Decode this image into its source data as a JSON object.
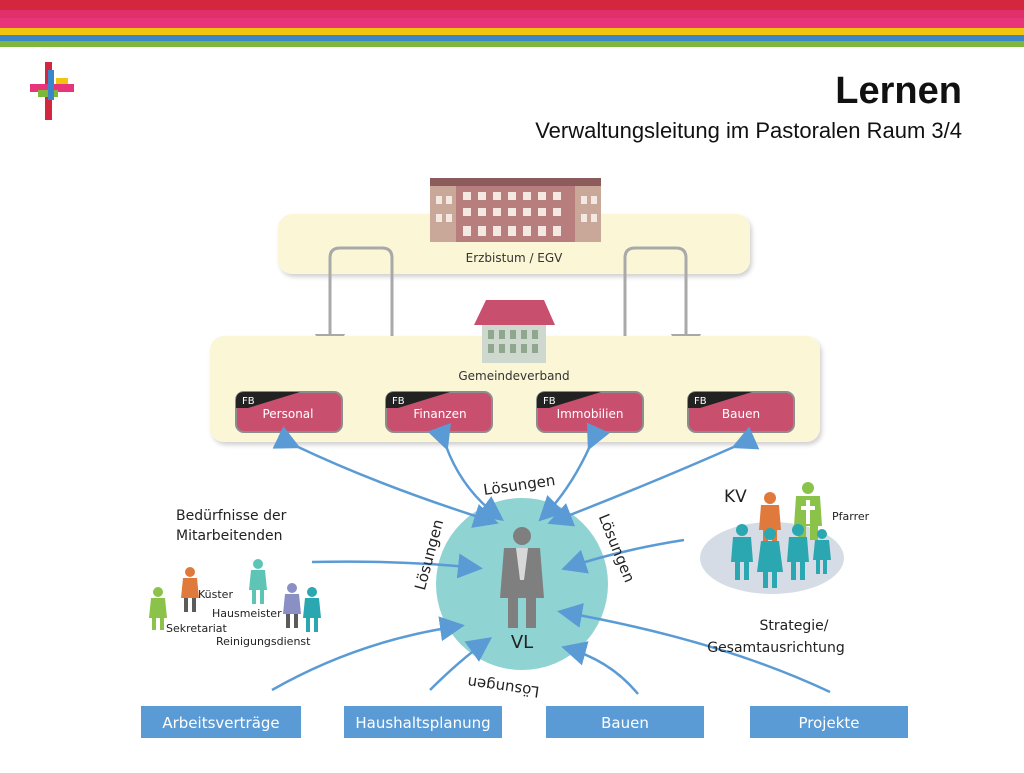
{
  "header": {
    "title": "Lernen",
    "subtitle": "Verwaltungsleitung im Pastoralen Raum 3/4",
    "stripe_colors": [
      "#d4263f",
      "#e8357a",
      "#f1c40f",
      "#3a86c8",
      "#7db83a"
    ]
  },
  "logo": {
    "icon": "cross-logo-icon"
  },
  "diagram": {
    "erzbistum_label": "Erzbistum / EGV",
    "gemeindeverband_label": "Gemeindeverband",
    "fb_tag": "FB",
    "departments": [
      "Personal",
      "Finanzen",
      "Immobilien",
      "Bauen"
    ],
    "center_label": "VL",
    "solutions_label": "Lösungen",
    "left_group": {
      "heading_line1": "Bedürfnisse der",
      "heading_line2": "Mitarbeitenden",
      "roles": [
        "Küster",
        "Hausmeister",
        "Sekretariat",
        "Reinigungsdienst"
      ]
    },
    "right_group": {
      "kv_label": "KV",
      "pfarrer_label": "Pfarrer",
      "strategy_line1": "Strategie/",
      "strategy_line2": "Gesamtausrichtung"
    },
    "bottom_boxes": [
      "Arbeitsverträge",
      "Haushaltsplanung",
      "Bauen",
      "Projekte"
    ],
    "colors": {
      "panel": "#fbf6d6",
      "dept": "#c8506e",
      "circle": "#8fd3d3",
      "arrow": "#5b9bd5",
      "box": "#5b9bd5",
      "building": "#b87d7d"
    }
  }
}
